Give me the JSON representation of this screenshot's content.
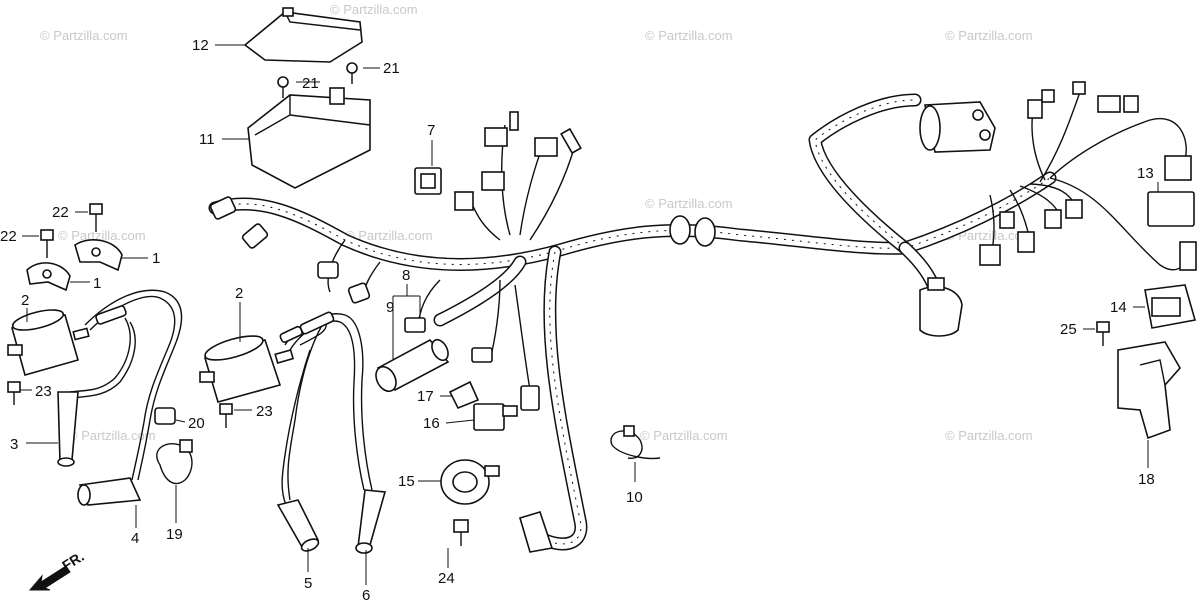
{
  "watermarks": [
    "© Partzilla.com",
    "© Partzilla.com",
    "© Partzilla.com",
    "© Partzilla.com",
    "© Partzilla.com",
    "© Partzilla.com",
    "© Partzilla.com",
    "© Partzilla.com",
    "© Partzilla.com",
    "© Partzilla.com",
    "© Partzilla.com"
  ],
  "callouts": [
    "12",
    "21",
    "21",
    "11",
    "7",
    "22",
    "22",
    "1",
    "1",
    "2",
    "2",
    "23",
    "23",
    "3",
    "20",
    "19",
    "4",
    "5",
    "6",
    "8",
    "9",
    "17",
    "16",
    "15",
    "24",
    "10",
    "13",
    "14",
    "25",
    "18"
  ],
  "front_indicator": "FR.",
  "colors": {
    "line": "#111111",
    "watermark": "#c9c9c9",
    "background": "#ffffff"
  }
}
